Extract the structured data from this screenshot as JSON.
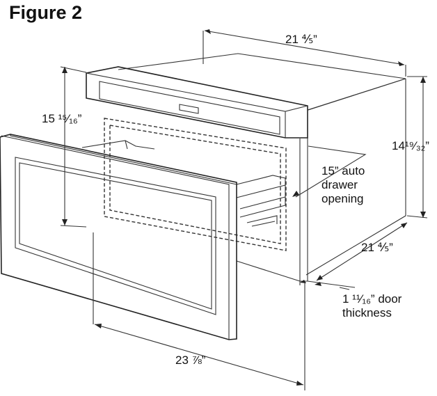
{
  "figure": {
    "title": "Figure 2"
  },
  "dimensions": {
    "top_width": "21 ⅘”",
    "left_height": "15 ¹⁵⁄₁₆”",
    "right_height": "14¹⁹⁄₃₂”",
    "depth": "21 ⅘”",
    "door_thickness": "1 ¹¹⁄₁₆” door thickness",
    "front_width": "23 ⅞”",
    "drawer_opening": "15” auto drawer opening"
  }
}
